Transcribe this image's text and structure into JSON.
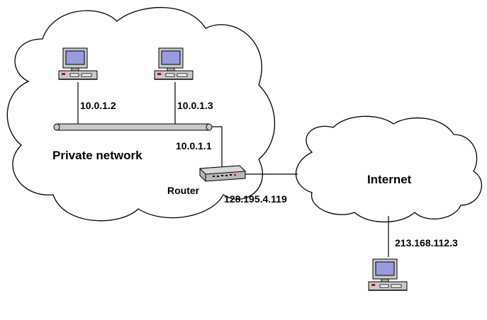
{
  "colors": {
    "line": "#000000",
    "bus_fill": "#c8c8c8",
    "monitor_screen": "#9a9ae0",
    "computer_body": "#c8c8c8",
    "router_body": "#b8b8b8",
    "led_red": "#cc0000"
  },
  "icons": [
    "computer-icon",
    "computer-icon",
    "computer-icon",
    "router-icon"
  ],
  "labels": {
    "host1_ip": "10.0.1.2",
    "host2_ip": "10.0.1.3",
    "router_lan_ip": "10.0.1.1",
    "private_network": "Private network",
    "router": "Router",
    "router_wan_ip": "128.195.4.119",
    "internet": "Internet",
    "remote_host_ip": "213.168.112.3"
  }
}
